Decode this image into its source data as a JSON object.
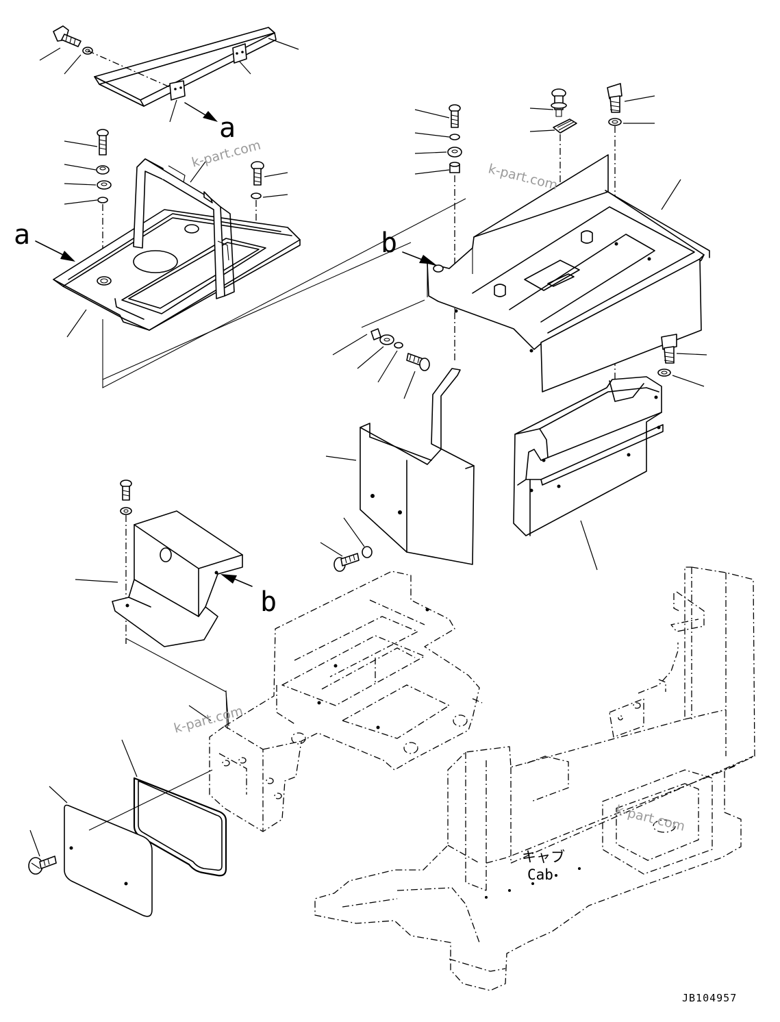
{
  "ref_letters": {
    "a": "a",
    "b": "b"
  },
  "watermark": "k-part.com",
  "cab_label": {
    "jp": "キャブ",
    "en": "Cab"
  },
  "drawing_code": "JB104957"
}
